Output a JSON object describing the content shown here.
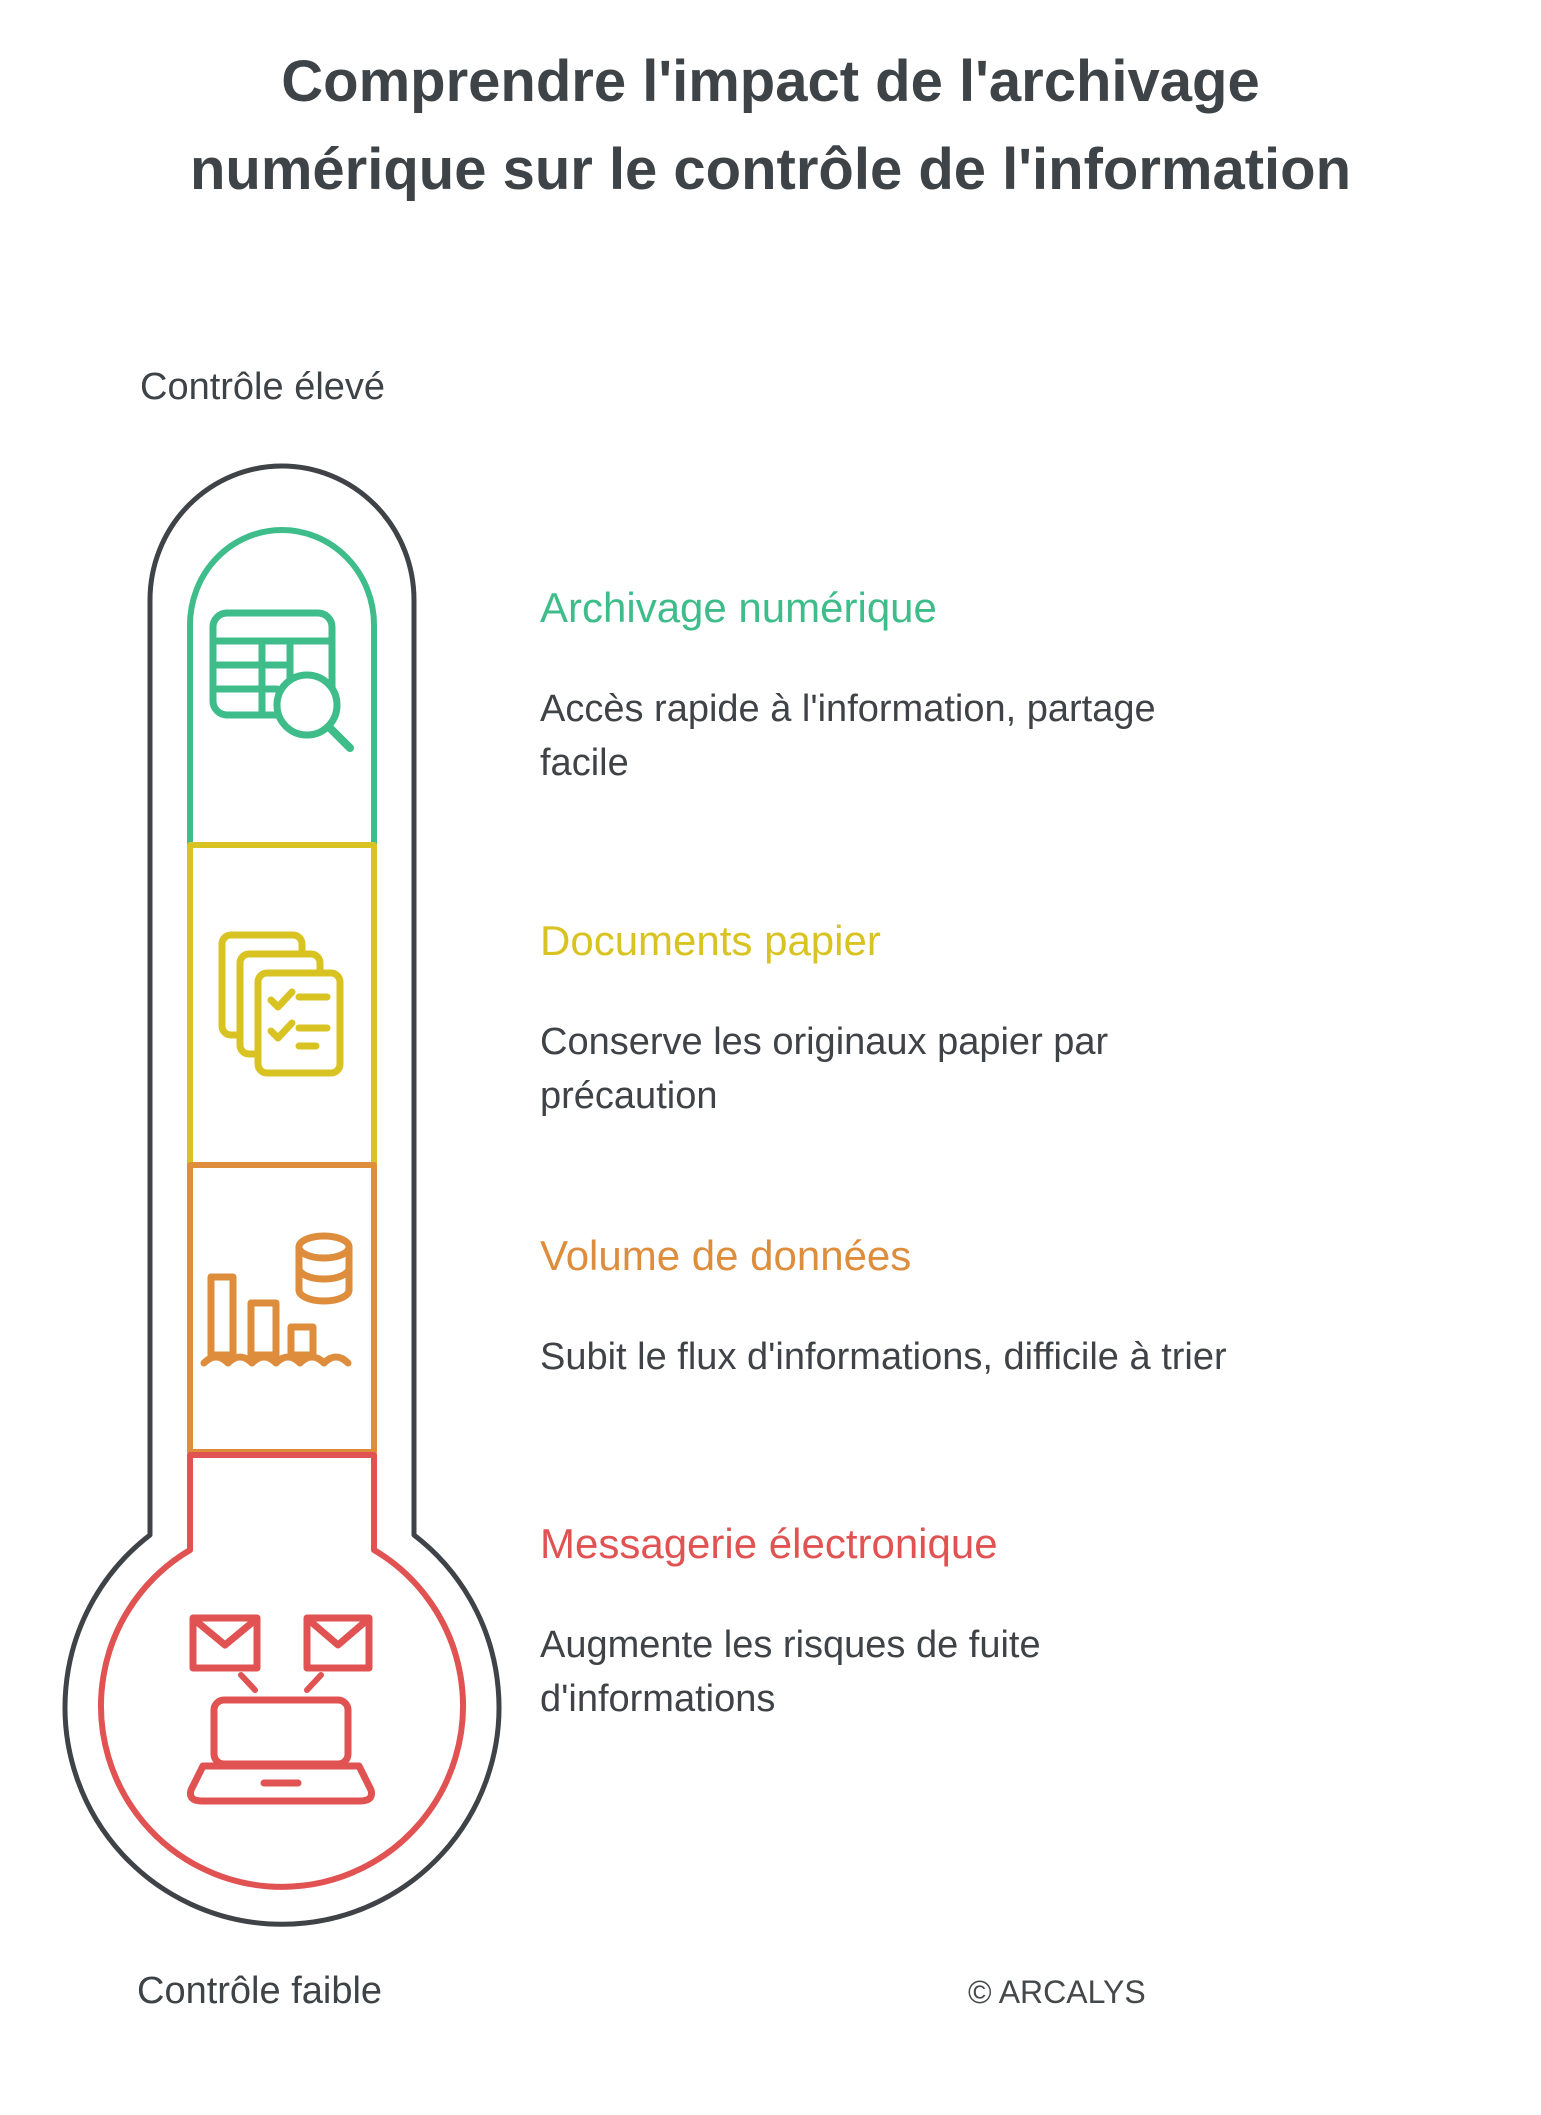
{
  "title": "Comprendre l'impact de l'archivage\nnumérique sur le contrôle de l'information",
  "thermometer": {
    "label_top": "Contrôle élevé",
    "label_bottom": "Contrôle faible"
  },
  "sections": [
    {
      "id": "archivage-numerique",
      "heading": "Archivage numérique",
      "body": "Accès rapide à l'information, partage\nfacile",
      "color": "#3ebd8a",
      "icon": "table-search-icon"
    },
    {
      "id": "documents-papier",
      "heading": "Documents papier",
      "body": "Conserve les originaux papier par\nprécaution",
      "color": "#d9c322",
      "icon": "paper-documents-icon"
    },
    {
      "id": "volume-de-donnees",
      "heading": "Volume de données",
      "body": "Subit le flux d'informations, difficile à trier",
      "color": "#dd8d3c",
      "icon": "data-volume-icon"
    },
    {
      "id": "messagerie-electronique",
      "heading": "Messagerie électronique",
      "body": "Augmente les risques de fuite\nd'informations",
      "color": "#e15252",
      "icon": "email-laptop-icon"
    }
  ],
  "footer": {
    "copyright": "© ARCALYS"
  },
  "colors": {
    "background": "#ffffff",
    "outline": "#3f4347",
    "text": "#3e4347",
    "green": "#3ebd8a",
    "yellow": "#d9c322",
    "orange": "#dd8d3c",
    "red": "#e15252",
    "copyright_gray": "#45484b"
  }
}
